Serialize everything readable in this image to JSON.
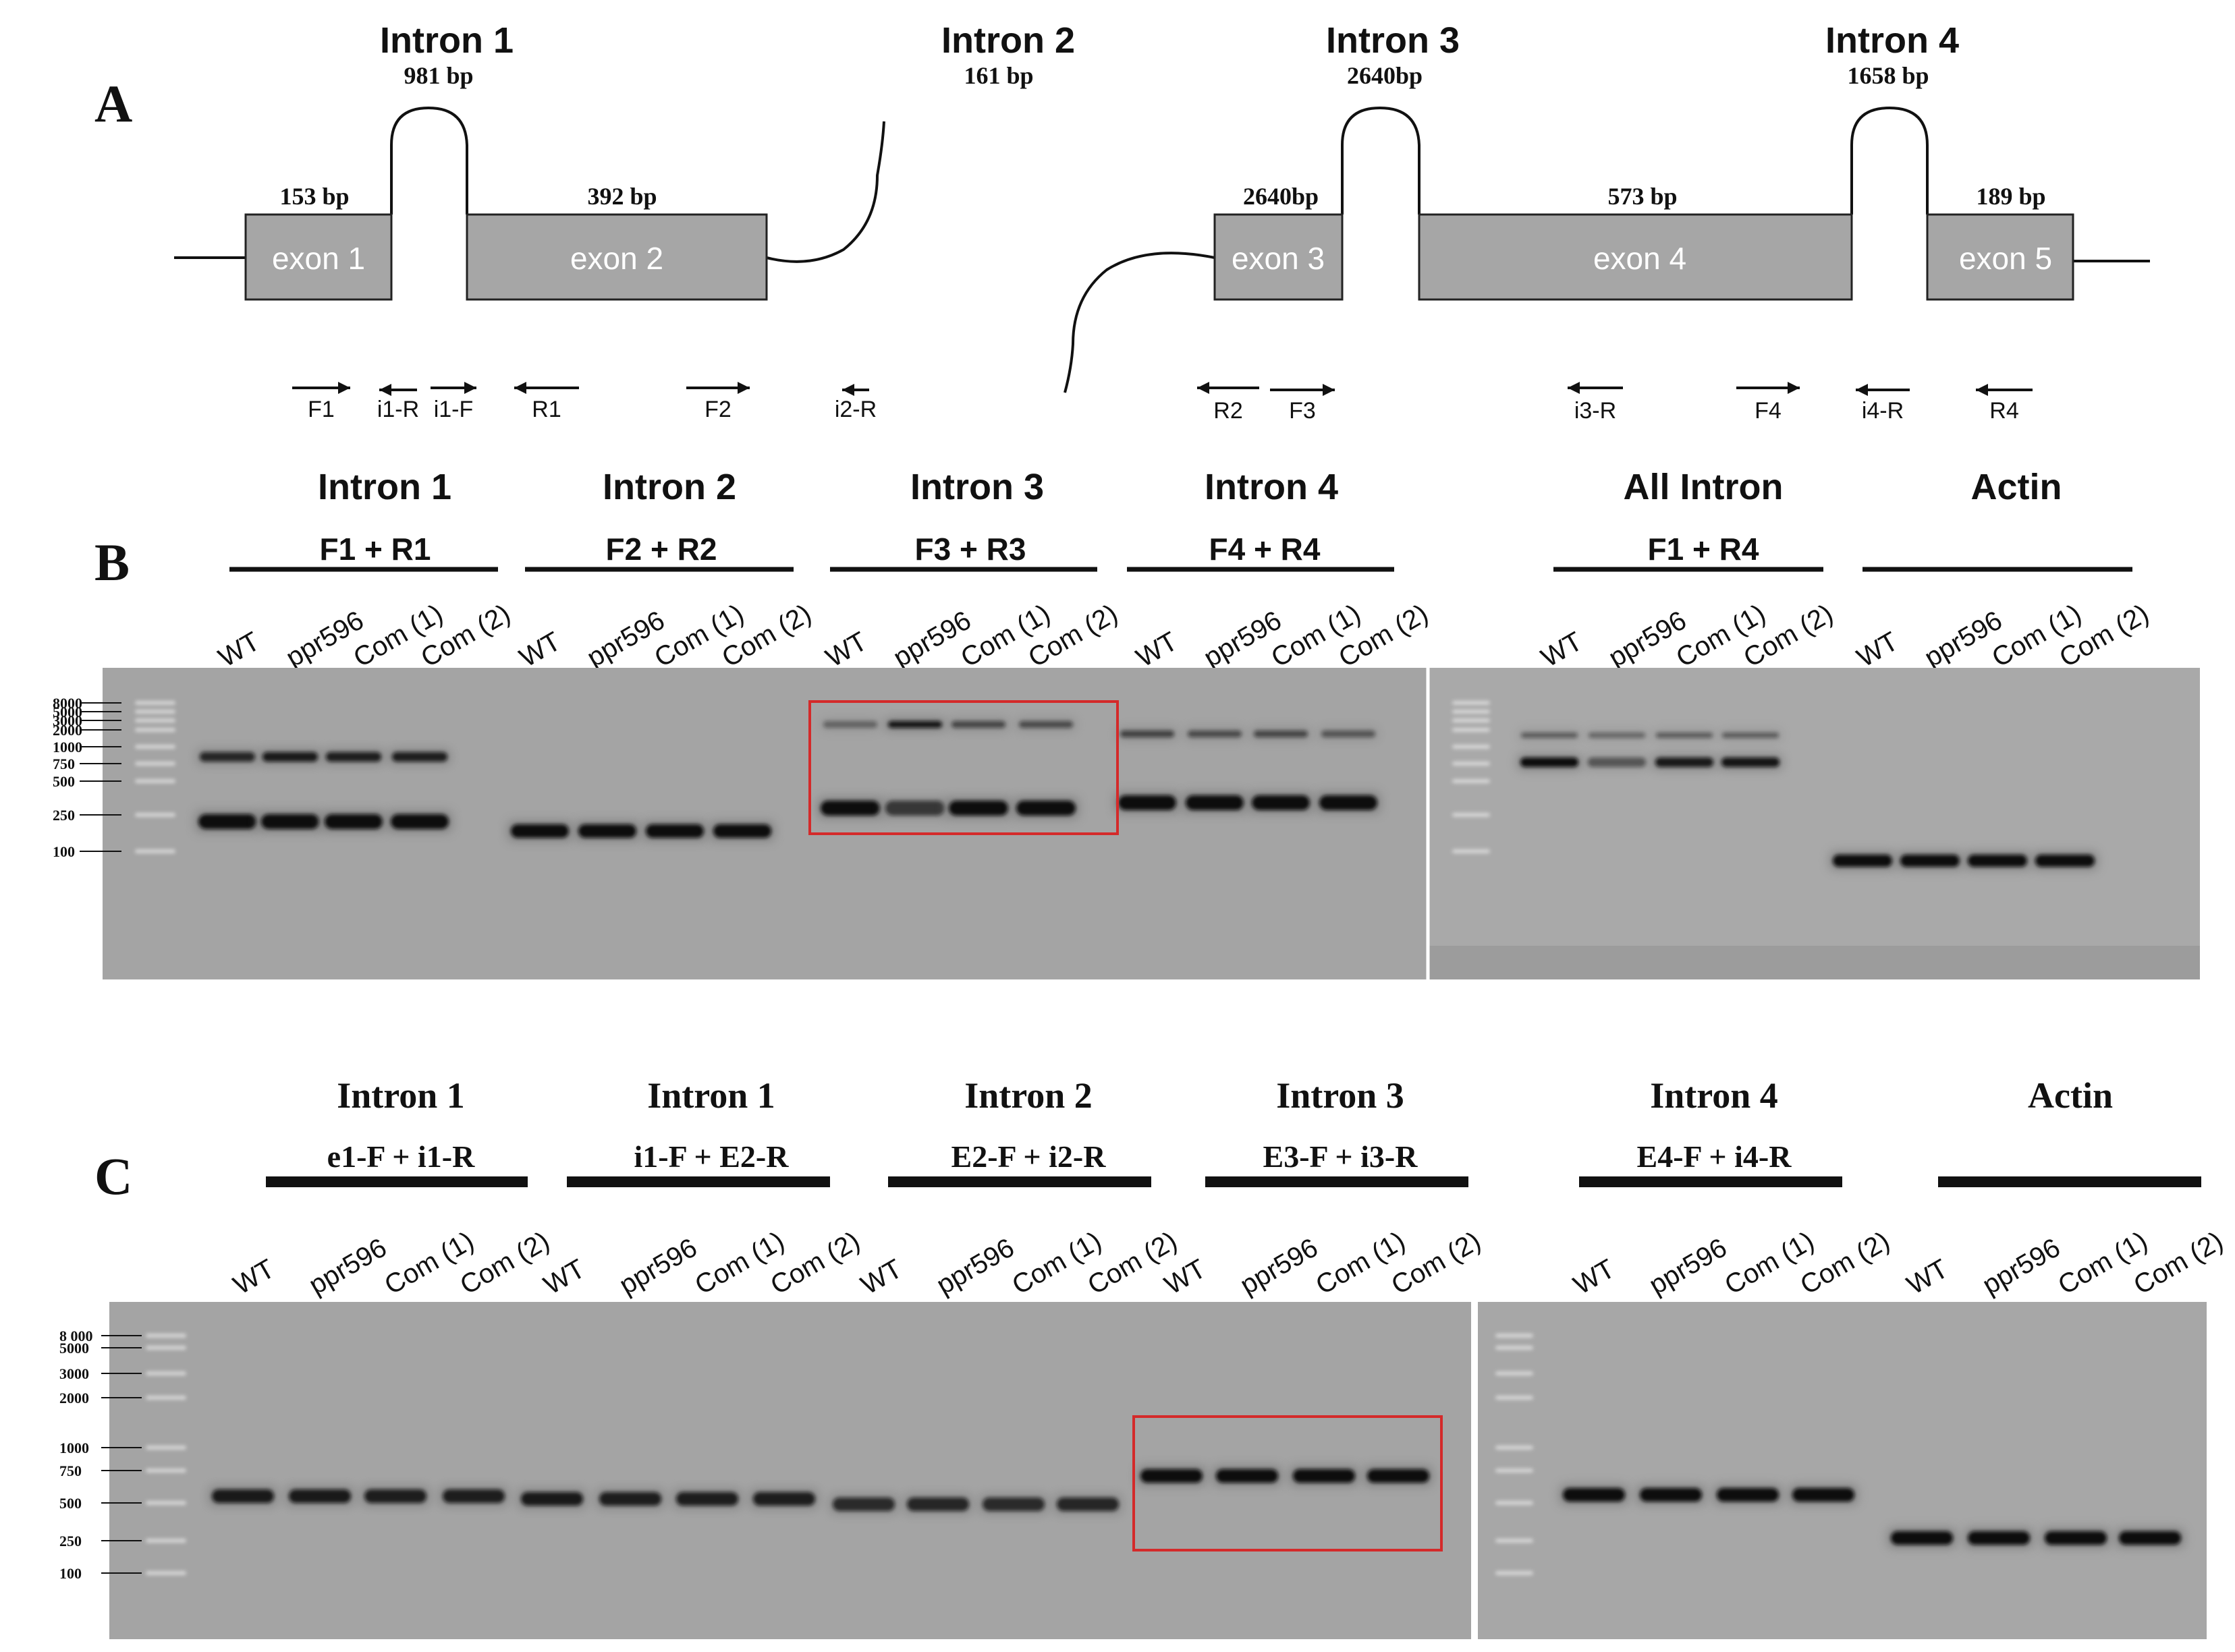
{
  "panels": {
    "a": "A",
    "b": "B",
    "c": "C"
  },
  "gene_model": {
    "introns": [
      {
        "name": "Intron 1",
        "size": "981 bp"
      },
      {
        "name": "Intron 2",
        "size": "161 bp"
      },
      {
        "name": "Intron 3",
        "size": "2640bp"
      },
      {
        "name": "Intron 4",
        "size": "1658 bp"
      }
    ],
    "exons": [
      {
        "name": "exon 1",
        "size": "153 bp"
      },
      {
        "name": "exon 2",
        "size": "392 bp"
      },
      {
        "name": "exon 3",
        "size": "2640bp"
      },
      {
        "name": "exon 4",
        "size": "573 bp"
      },
      {
        "name": "exon 5",
        "size": "189 bp"
      }
    ],
    "primers": [
      "F1",
      "i1-R",
      "i1-F",
      "R1",
      "F2",
      "i2-R",
      "R2",
      "F3",
      "i3-R",
      "F4",
      "i4-R",
      "R4"
    ]
  },
  "lanes": [
    "WT",
    "ppr596",
    "Com (1)",
    "Com (2)"
  ],
  "panel_b": {
    "groups": [
      {
        "title": "Intron 1",
        "primers": "F1 + R1"
      },
      {
        "title": "Intron 2",
        "primers": "F2 + R2"
      },
      {
        "title": "Intron 3",
        "primers": "F3 + R3"
      },
      {
        "title": "Intron 4",
        "primers": "F4 + R4"
      },
      {
        "title": "All Intron",
        "primers": "F1 + R4"
      },
      {
        "title": "Actin",
        "primers": ""
      }
    ],
    "ladder": [
      "8000",
      "5000",
      "3000",
      "2000",
      "1000",
      "750",
      "500",
      "250",
      "100"
    ]
  },
  "panel_c": {
    "groups": [
      {
        "title": "Intron 1",
        "primers": "e1-F + i1-R"
      },
      {
        "title": "Intron 1",
        "primers": "i1-F + E2-R"
      },
      {
        "title": "Intron 2",
        "primers": "E2-F + i2-R"
      },
      {
        "title": "Intron 3",
        "primers": "E3-F + i3-R"
      },
      {
        "title": "Intron 4",
        "primers": "E4-F + i4-R"
      },
      {
        "title": "Actin",
        "primers": ""
      }
    ],
    "ladder": [
      "8 000",
      "5000",
      "3000",
      "2000",
      "1000",
      "750",
      "500",
      "250",
      "100"
    ]
  },
  "colors": {
    "exon_fill": "#a6a6a6",
    "highlight_box": "#d42a2a",
    "gel_left": "#a4a4a4",
    "gel_right": "#a9a9a9"
  }
}
